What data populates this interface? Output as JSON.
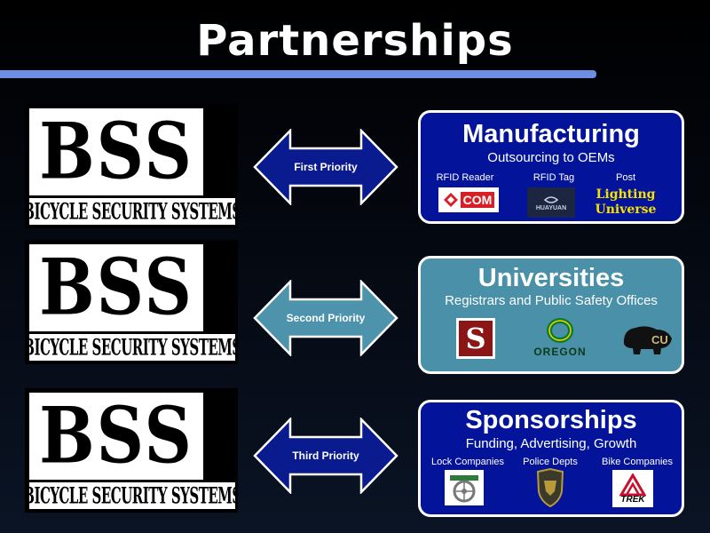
{
  "title": "Partnerships",
  "logo": {
    "main": "BSS",
    "tagline": "BICYCLE SECURITY SYSTEMS"
  },
  "rows": [
    {
      "priority": "First Priority",
      "heading": "Manufacturing",
      "subtitle": "Outsourcing to OEMs",
      "partners": [
        {
          "label": "RFID Reader",
          "logo_text": "COM"
        },
        {
          "label": "RFID Tag",
          "logo_text": "HUAYUAN"
        },
        {
          "label": "Post",
          "logo_text_1": "Lighting",
          "logo_text_2": "Universe"
        }
      ]
    },
    {
      "priority": "Second Priority",
      "heading": "Universities",
      "subtitle": "Registrars and Public Safety Offices",
      "partners": [
        {
          "logo_text": "S"
        },
        {
          "logo_text": "OREGON"
        },
        {
          "logo_text": "CU"
        }
      ]
    },
    {
      "priority": "Third Priority",
      "heading": "Sponsorships",
      "subtitle": "Funding, Advertising, Growth",
      "partners": [
        {
          "label": "Lock Companies"
        },
        {
          "label": "Police Depts"
        },
        {
          "label": "Bike Companies",
          "logo_text": "TREK"
        }
      ]
    }
  ],
  "colors": {
    "title_bar": "#6c8fe4",
    "dark_blue_box": "#03149a",
    "teal_box": "#4a90a8",
    "dark_arrow": "#0a1a8f",
    "teal_arrow": "#4d93ac"
  }
}
